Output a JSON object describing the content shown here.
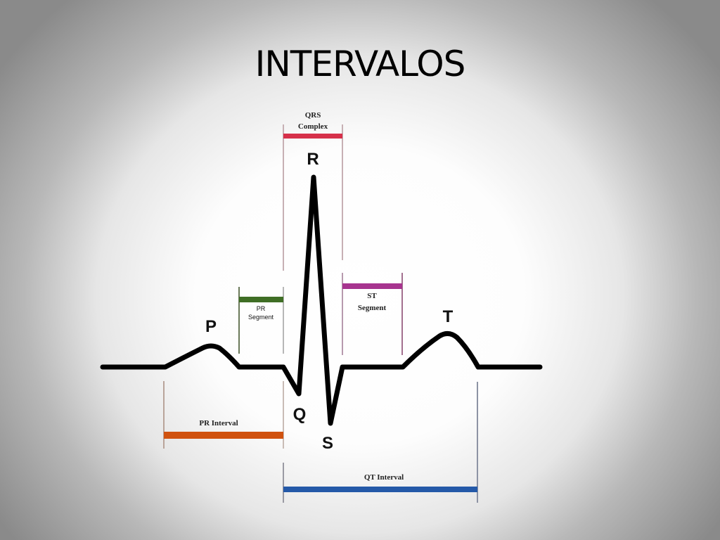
{
  "slide": {
    "title": "INTERVALOS"
  },
  "diagram": {
    "waves": {
      "P": "P",
      "Q": "Q",
      "R": "R",
      "S": "S",
      "T": "T"
    },
    "brackets": {
      "qrs_complex": {
        "line1": "QRS",
        "line2": "Complex",
        "color": "#d6304a"
      },
      "pr_segment": {
        "line1": "PR",
        "line2": "Segment",
        "color": "#3f6e25"
      },
      "st_segment": {
        "line1": "ST",
        "line2": "Segment",
        "color": "#a7348f"
      },
      "pr_interval": {
        "label": "PR Interval",
        "color": "#d0520f"
      },
      "qt_interval": {
        "label": "QT Interval",
        "color": "#2459a8"
      }
    }
  }
}
